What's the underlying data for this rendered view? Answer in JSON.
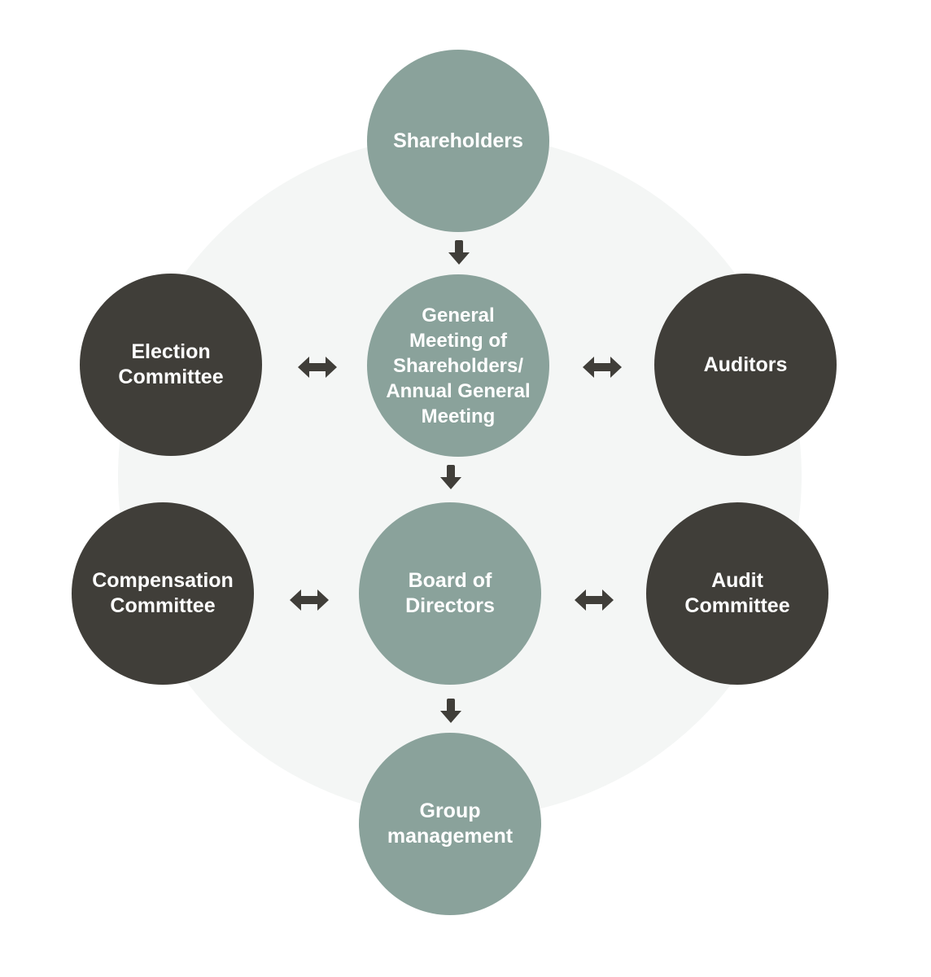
{
  "colors": {
    "primary_node": "#8aa29b",
    "secondary_node": "#403e39",
    "arrow": "#403e39",
    "background_circle": "#f4f6f5",
    "text": "#ffffff"
  },
  "nodes": {
    "shareholders": "Shareholders",
    "general_meeting": "General\nMeeting of\nShareholders/\nAnnual General\nMeeting",
    "board": "Board of\nDirectors",
    "group_management": "Group\nmanagement",
    "election_committee": "Election\nCommittee",
    "auditors": "Auditors",
    "compensation_committee": "Compensation\nCommittee",
    "audit_committee": "Audit\nCommittee"
  },
  "connections": [
    {
      "from": "Shareholders",
      "to": "General Meeting of Shareholders/Annual General Meeting",
      "type": "down-arrow"
    },
    {
      "from": "General Meeting of Shareholders/Annual General Meeting",
      "to": "Board of Directors",
      "type": "down-arrow"
    },
    {
      "from": "Board of Directors",
      "to": "Group management",
      "type": "down-arrow"
    },
    {
      "from": "Election Committee",
      "to": "General Meeting of Shareholders/Annual General Meeting",
      "type": "double-arrow"
    },
    {
      "from": "General Meeting of Shareholders/Annual General Meeting",
      "to": "Auditors",
      "type": "double-arrow"
    },
    {
      "from": "Compensation Committee",
      "to": "Board of Directors",
      "type": "double-arrow"
    },
    {
      "from": "Board of Directors",
      "to": "Audit Committee",
      "type": "double-arrow"
    }
  ]
}
